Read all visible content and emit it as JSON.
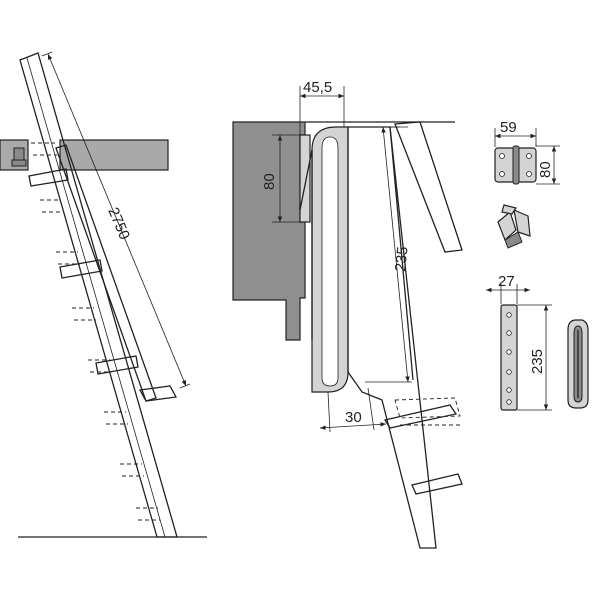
{
  "dimensions": {
    "ladder_length": "2750",
    "hook_width": "45,5",
    "hook_height": "80",
    "slot_length": "235",
    "bottom_offset": "30",
    "hinge_width": "59",
    "hinge_height": "80",
    "rail_width": "27",
    "rail_length": "235"
  },
  "colors": {
    "line": "#222222",
    "wall": "#8f8f8f",
    "metal": "#d4d4d4"
  },
  "icons": [
    "hinge-plate-icon",
    "hinge-bracket-icon",
    "slide-rail-icon",
    "slide-rail-profile-icon"
  ]
}
